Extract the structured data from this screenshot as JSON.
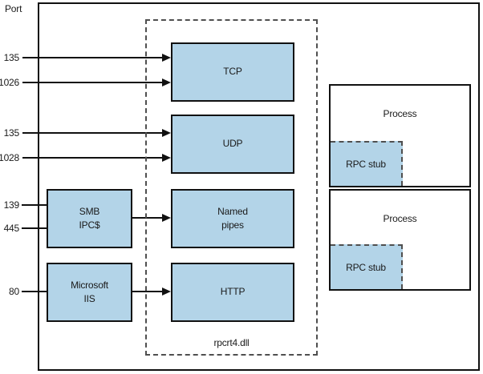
{
  "diagram": {
    "axis_label": "Port",
    "ports": [
      {
        "label": "135"
      },
      {
        "label": "1026"
      },
      {
        "label": "135"
      },
      {
        "label": "1028"
      },
      {
        "label": "139"
      },
      {
        "label": "445"
      },
      {
        "label": "80"
      }
    ],
    "services": [
      {
        "label": "SMB\nIPC$"
      },
      {
        "label": "Microsoft\nIIS"
      }
    ],
    "rpc_container": {
      "label": "rpcrt4.dll",
      "transports": [
        {
          "label": "TCP"
        },
        {
          "label": "UDP"
        },
        {
          "label": "Named\npipes"
        },
        {
          "label": "HTTP"
        }
      ]
    },
    "processes": [
      {
        "label": "Process",
        "stub": "RPC stub"
      },
      {
        "label": "Process",
        "stub": "RPC stub"
      }
    ],
    "colors": {
      "box_fill": "#b3d4e8",
      "border": "#111111",
      "dashed_border": "#4f4f4f",
      "background": "#ffffff"
    }
  }
}
